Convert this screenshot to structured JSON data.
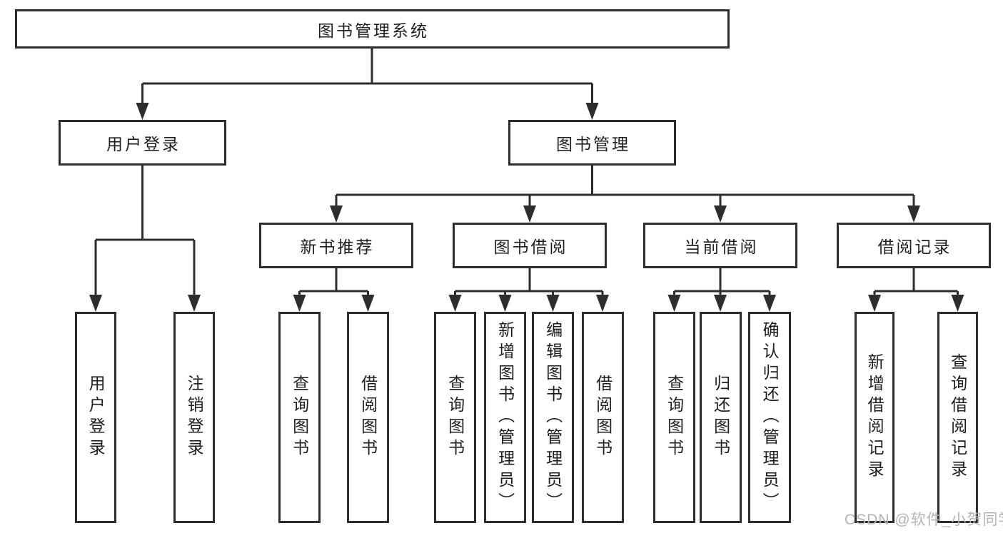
{
  "colors": {
    "line": "#2d2d2d",
    "box_border": "#2d2d2d",
    "text": "#1e1e1e",
    "watermark": "#b4b4b4",
    "background": "#ffffff"
  },
  "watermark": "CSDN @软件_小贺同学",
  "tree": {
    "root": "图书管理系统",
    "user_login": {
      "label": "用户登录",
      "children": {
        "login": "用户登录",
        "logout": "注销登录"
      }
    },
    "book_management": {
      "label": "图书管理",
      "branches": {
        "new_book_recommend": {
          "label": "新书推荐",
          "children": {
            "query_books": "查询图书",
            "borrow_books": "借阅图书"
          }
        },
        "book_borrowing": {
          "label": "图书借阅",
          "children": {
            "query_books": "查询图书",
            "add_books": "新增图书（管理员）",
            "edit_books": "编辑图书（管理员）",
            "borrow_books": "借阅图书"
          }
        },
        "current_borrowing": {
          "label": "当前借阅",
          "children": {
            "query_books": "查询图书",
            "return_books": "归还图书",
            "confirm_return": "确认归还（管理员）"
          }
        },
        "borrowing_records": {
          "label": "借阅记录",
          "children": {
            "add_record": "新增借阅记录",
            "query_record": "查询借阅记录"
          }
        }
      }
    }
  }
}
